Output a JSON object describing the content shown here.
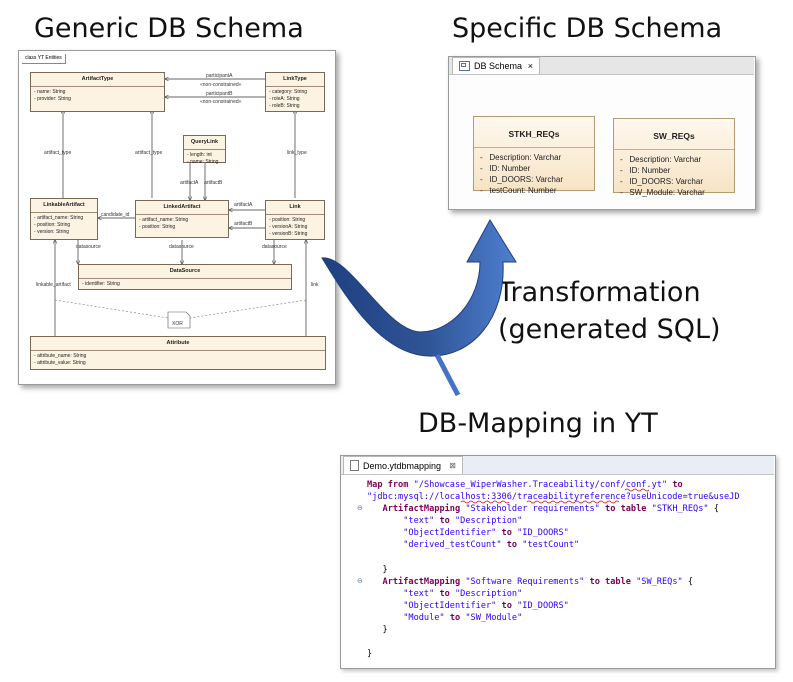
{
  "headings": {
    "generic": "Generic DB Schema",
    "specific": "Specific DB Schema",
    "transformation_1": "Transformation",
    "transformation_2": "(generated SQL)",
    "mapping": "DB-Mapping in YT"
  },
  "generic_schema": {
    "frame_label": "class YT Entities",
    "classes": {
      "artifact_type": {
        "name": "ArtifactType",
        "attrs": [
          "name: String",
          "provider: String"
        ]
      },
      "link_type": {
        "name": "LinkType",
        "attrs": [
          "category: String",
          "roleA: String",
          "roleB: String"
        ]
      },
      "query_link": {
        "name": "QueryLink",
        "attrs": [
          "length: int",
          "name: String"
        ]
      },
      "linkable_artifact": {
        "name": "LinkableArtifact",
        "attrs": [
          "artifact_name: String",
          "position: String",
          "version: String"
        ]
      },
      "linked_artifact": {
        "name": "LinkedArtifact",
        "attrs": [
          "artifact_name: String",
          "position: String"
        ]
      },
      "link": {
        "name": "Link",
        "attrs": [
          "position: String",
          "versionA: String",
          "versionB: String"
        ]
      },
      "data_source": {
        "name": "DataSource",
        "attrs": [
          "identifier: String"
        ]
      },
      "attribute": {
        "name": "Attribute",
        "attrs": [
          "attribute_name: String",
          "attribute_value: String"
        ]
      }
    },
    "edge_labels": {
      "participantA": "participantA",
      "non_constrained_a": "«non-constrained»",
      "participantB": "participantB",
      "non_constrained_b": "«non-constrained»",
      "artifact_type_1": "artifact_type",
      "artifact_type_2": "artifact_type",
      "link_type": "link_type",
      "artifactA_1": "artifactA",
      "artifactB_1": "artifactB",
      "artifactA_2": "artifactA",
      "artifactB_2": "artifactB",
      "candidate_id": "candidate_id",
      "datasource_1": "datasource",
      "datasource_2": "datasource",
      "datasource_3": "datasource",
      "linkable_artifact": "linkable_artifact",
      "link": "link",
      "xor": "XOR"
    }
  },
  "specific_schema": {
    "tab_label": "DB Schema",
    "tab_icon": "diagram-icon",
    "tables": [
      {
        "name": "STKH_REQs",
        "attrs": [
          "Description: Varchar",
          "ID: Number",
          "ID_DOORS: Varchar",
          "testCount: Number"
        ]
      },
      {
        "name": "SW_REQs",
        "attrs": [
          "Description: Varchar",
          "ID: Number",
          "ID_DOORS: Varchar",
          "SW_Module: Varchar"
        ]
      }
    ]
  },
  "editor": {
    "tab_label": "Demo.ytdbmapping",
    "tab_close": "⊠",
    "lines": {
      "l1a": "Map from",
      "l1b": "\"/Showcase_WiperWasher.Traceability/conf/conf.yt\"",
      "l1c": "to",
      "l2": "\"jdbc:mysql://localhost:3306/traceabilityreference?useUnicode=true&useJD",
      "l3a": "ArtifactMapping",
      "l3b": "\"Stakeholder requirements\"",
      "l3c": "to table",
      "l3d": "\"STKH_REQs\"",
      "l3e": "{",
      "l4a": "\"text\"",
      "l4b": "to",
      "l4c": "\"Description\"",
      "l5a": "\"ObjectIdentifier\"",
      "l5b": "to",
      "l5c": "\"ID_DOORS\"",
      "l6a": "\"derived_testCount\"",
      "l6b": "to",
      "l6c": "\"testCount\"",
      "l7": "}",
      "l8a": "ArtifactMapping",
      "l8b": "\"Software Requirements\"",
      "l8c": "to table",
      "l8d": "\"SW_REQs\"",
      "l8e": "{",
      "l9a": "\"text\"",
      "l9b": "to",
      "l9c": "\"Description\"",
      "l10a": "\"ObjectIdentifier\"",
      "l10b": "to",
      "l10c": "\"ID_DOORS\"",
      "l11a": "\"Module\"",
      "l11b": "to",
      "l11c": "\"SW_Module\"",
      "l12": "}",
      "l13": "}"
    }
  },
  "colors": {
    "arrow": "#2f5597",
    "arrow_light": "#4472c4",
    "keyword": "#7f0055",
    "string": "#2a00ff",
    "uml_fill": "#fdf3e3"
  }
}
